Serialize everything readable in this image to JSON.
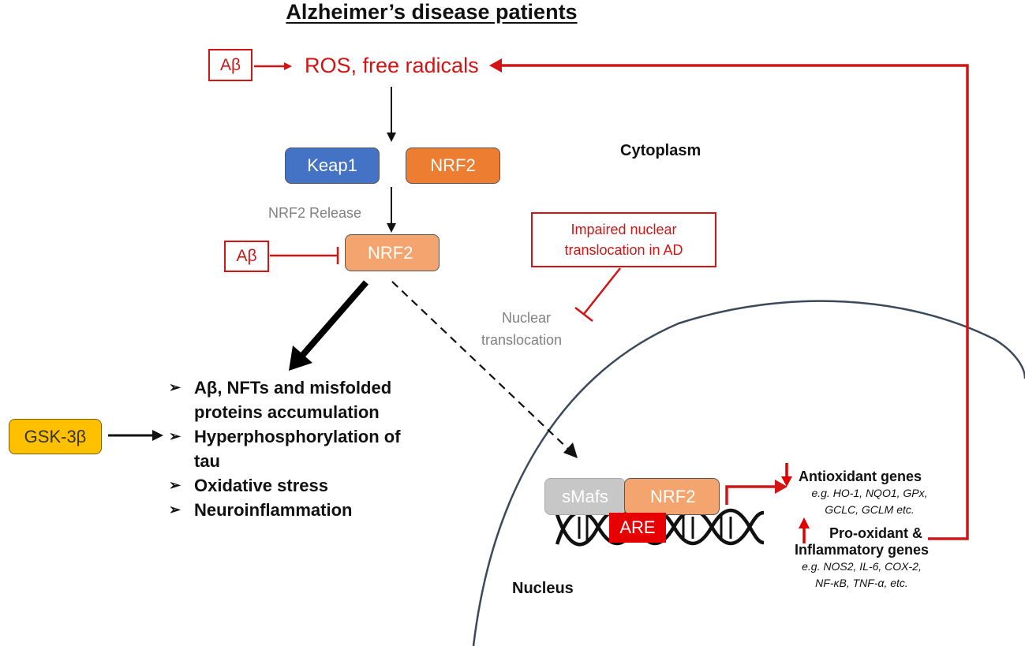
{
  "title": "Alzheimer’s disease patients",
  "abeta": "Aβ",
  "ros": "ROS, free radicals",
  "keap1": "Keap1",
  "nrf2": "NRF2",
  "nrf2_release": "NRF2 Release",
  "cytoplasm": "Cytoplasm",
  "impaired": [
    "Impaired nuclear",
    "translocation in AD"
  ],
  "nuclear_translocation": [
    "Nuclear",
    "translocation"
  ],
  "outcomes": [
    "Aβ, NFTs and misfolded",
    "proteins accumulation",
    "Hyperphosphorylation of",
    "tau",
    "Oxidative stress",
    "Neuroinflammation"
  ],
  "gsk3b": "GSK-3β",
  "nucleus": "Nucleus",
  "smafs": "sMafs",
  "are": "ARE",
  "antioxidant": {
    "heading": "Antioxidant genes",
    "examples": [
      "e.g. HO-1, NQO1, GPx,",
      "GCLC, GCLM etc."
    ]
  },
  "prooxidant": {
    "heading": [
      "Pro-oxidant &",
      "Inflammatory genes"
    ],
    "examples": [
      "e.g. NOS2, IL-6, COX-2,",
      "NF-κB, TNF-α, etc."
    ]
  },
  "colors": {
    "red": "#d21414",
    "keap1": "#4472c4",
    "nrf2": "#ed7d31",
    "nrf2_light": "#f4a46e",
    "gsk3b": "#ffc000",
    "nucleus_border": "#3a4a5c"
  }
}
